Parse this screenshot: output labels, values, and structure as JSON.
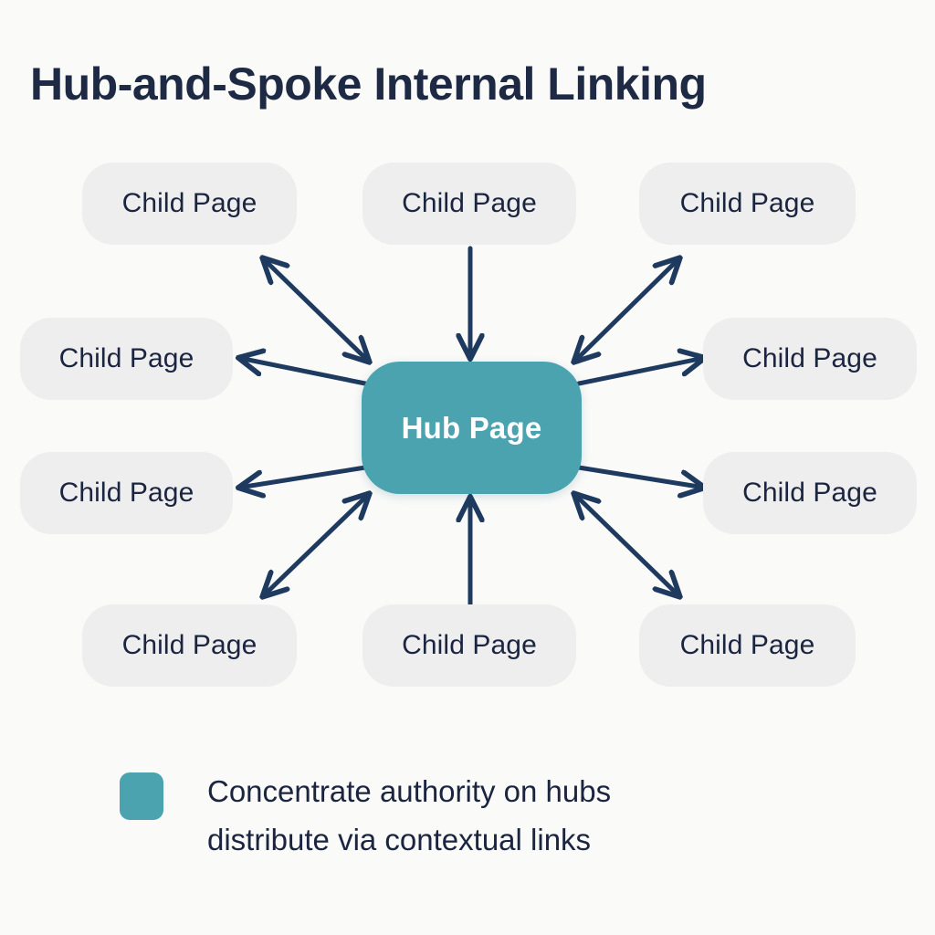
{
  "diagram": {
    "title": "Hub-and-Spoke Internal Linking",
    "type": "hub-and-spoke",
    "background_color": "#FAFAF9",
    "title_color": "#1E2A44",
    "arrow_color": "#1E3A5F"
  },
  "hub": {
    "label": "Hub Page",
    "fill_color": "#4BA3B0",
    "text_color": "#FFFFFF"
  },
  "children": [
    {
      "id": "top-left",
      "label": "Child Page",
      "position": "top-left"
    },
    {
      "id": "top-center",
      "label": "Child Page",
      "position": "top-center"
    },
    {
      "id": "top-right",
      "label": "Child Page",
      "position": "top-right"
    },
    {
      "id": "mid-left-upper",
      "label": "Child Page",
      "position": "middle-left-upper"
    },
    {
      "id": "mid-right-upper",
      "label": "Child Page",
      "position": "middle-right-upper"
    },
    {
      "id": "mid-left-lower",
      "label": "Child Page",
      "position": "middle-left-lower"
    },
    {
      "id": "mid-right-lower",
      "label": "Child Page",
      "position": "middle-right-lower"
    },
    {
      "id": "bottom-left",
      "label": "Child Page",
      "position": "bottom-left"
    },
    {
      "id": "bottom-center",
      "label": "Child Page",
      "position": "bottom-center"
    },
    {
      "id": "bottom-right",
      "label": "Child Page",
      "position": "bottom-right"
    }
  ],
  "child_style": {
    "fill_color": "#EEEEEF",
    "text_color": "#1B2540"
  },
  "connectors": [
    {
      "id": "to-top-left",
      "direction": "bidirectional",
      "from": "hub",
      "to": "top-left"
    },
    {
      "id": "to-top-center",
      "direction": "inbound",
      "from": "top-center",
      "to": "hub"
    },
    {
      "id": "to-top-right",
      "direction": "bidirectional",
      "from": "hub",
      "to": "top-right"
    },
    {
      "id": "to-mid-left",
      "direction": "outbound",
      "from": "hub",
      "to": "mid-left-upper"
    },
    {
      "id": "to-mid-right",
      "direction": "outbound",
      "from": "hub",
      "to": "mid-right-upper"
    },
    {
      "id": "to-lower-left",
      "direction": "outbound",
      "from": "hub",
      "to": "mid-left-lower"
    },
    {
      "id": "to-lower-right",
      "direction": "outbound",
      "from": "hub",
      "to": "mid-right-lower"
    },
    {
      "id": "to-bottom-left",
      "direction": "bidirectional",
      "from": "hub",
      "to": "bottom-left"
    },
    {
      "id": "to-bottom-center",
      "direction": "inbound",
      "from": "bottom-center",
      "to": "hub"
    },
    {
      "id": "to-bottom-right",
      "direction": "bidirectional",
      "from": "hub",
      "to": "bottom-right"
    }
  ],
  "legend": {
    "swatch_color": "#4BA3B0",
    "line1": "Concentrate authority on hubs",
    "line2": "distribute via contextual links"
  }
}
